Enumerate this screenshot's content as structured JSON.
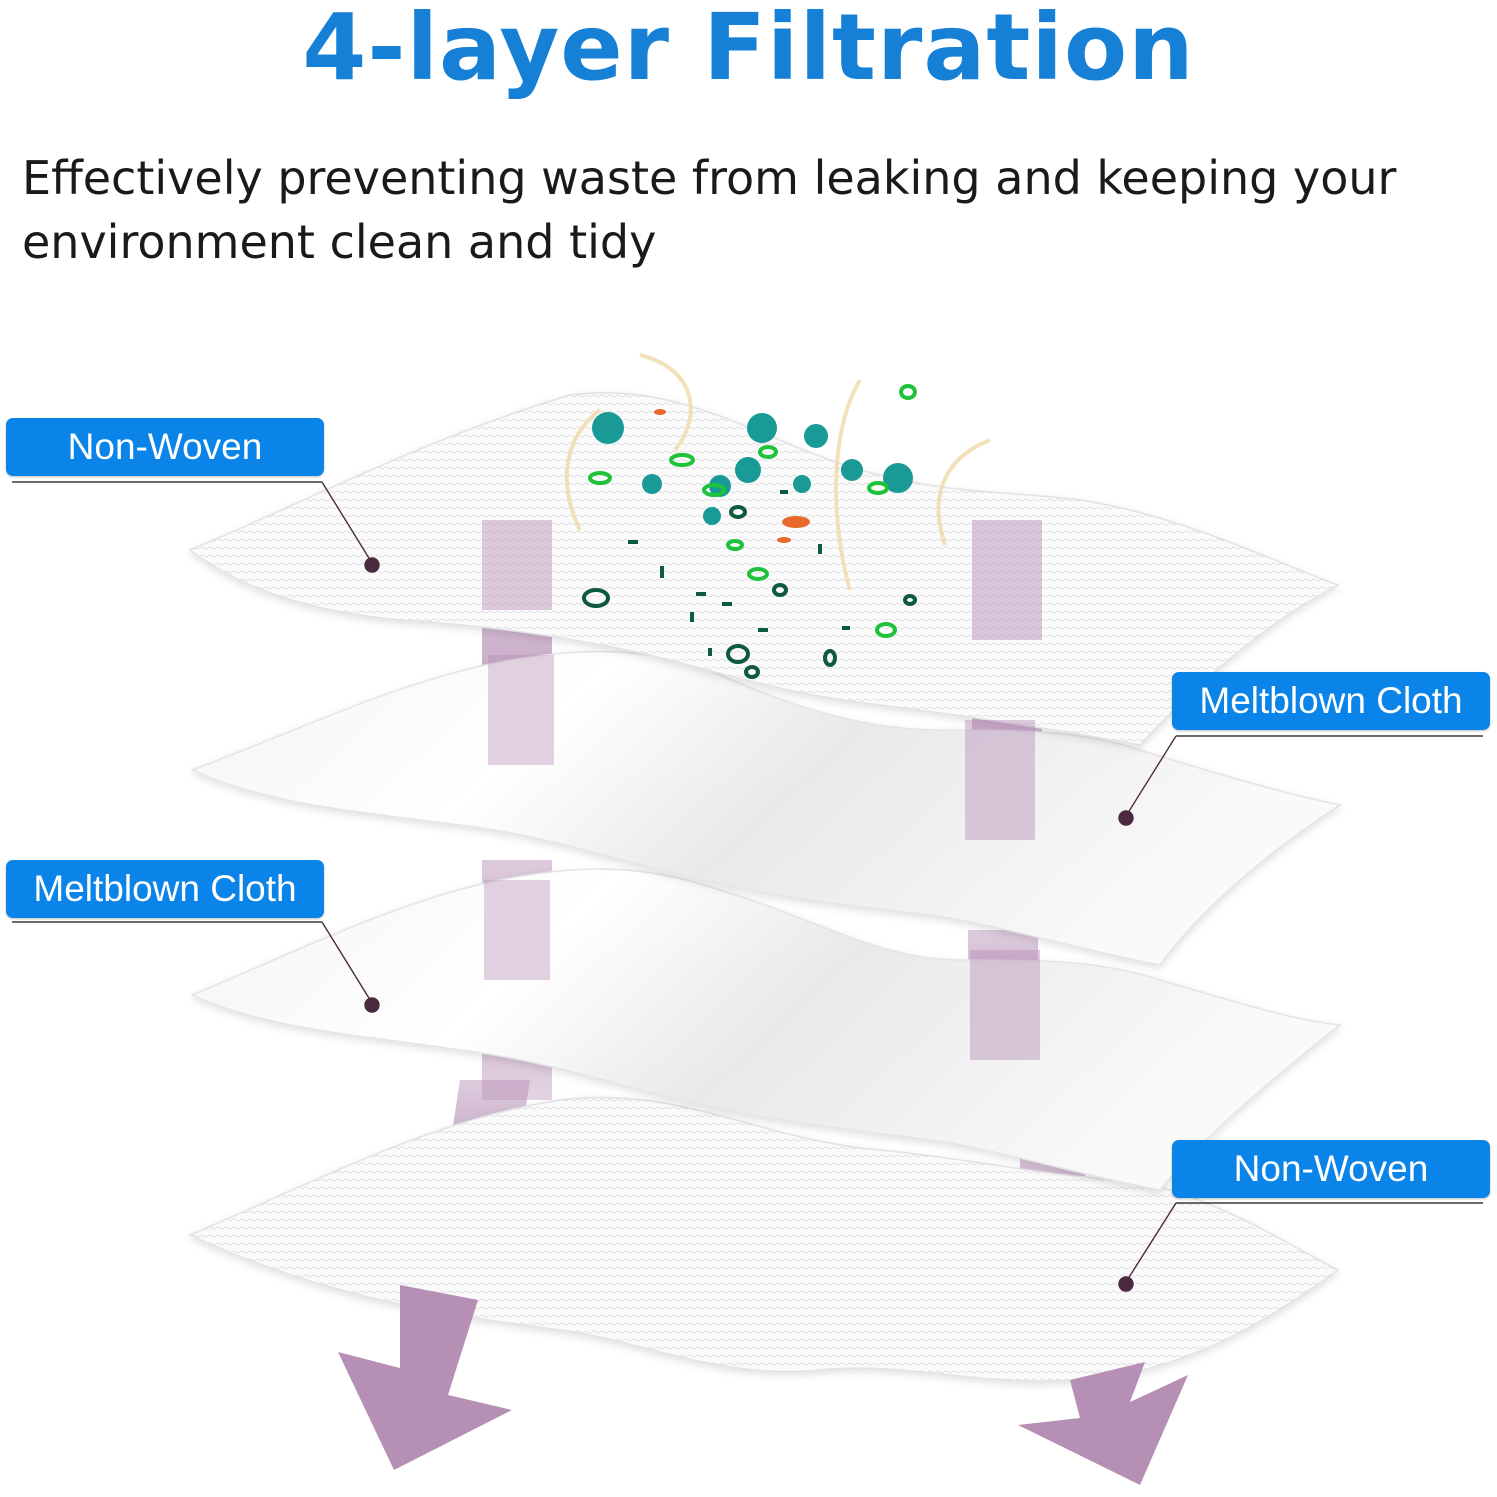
{
  "header": {
    "title": "4-layer Filtration",
    "subtitle": "Effectively preventing waste from leaking and keeping your environment clean and tidy"
  },
  "layers": [
    {
      "label": "Non-Woven",
      "texture": "non-woven"
    },
    {
      "label": "Meltblown Cloth",
      "texture": "meltblown"
    },
    {
      "label": "Meltblown Cloth",
      "texture": "meltblown"
    },
    {
      "label": "Non-Woven",
      "texture": "non-woven"
    }
  ],
  "colors": {
    "title": "#1580d6",
    "label_background": "#0a84e8",
    "label_text": "#ffffff",
    "flow_arrow": "#b68fb5",
    "leader_line": "#4a2a3e",
    "particles_teal": "#1a9a96",
    "particles_green": "#1fc23a",
    "particles_orange": "#e86a2a"
  },
  "icons": [
    "flow-arrow-icon",
    "bacteria-icon",
    "particle-icon"
  ]
}
